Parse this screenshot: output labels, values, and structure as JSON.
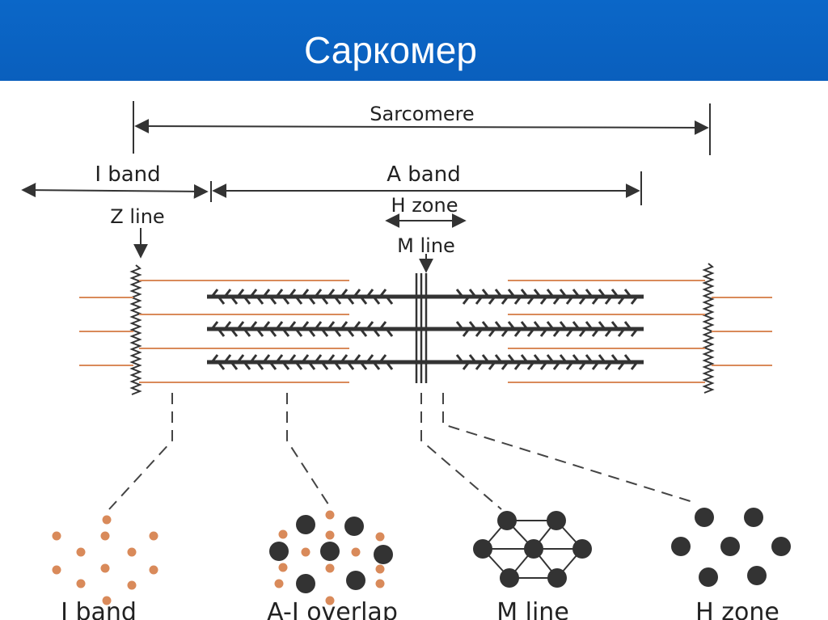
{
  "slide": {
    "title": "Саркомер",
    "header_color": "#0a62c2"
  },
  "diagram": {
    "labels": {
      "sarcomere": "Sarcomere",
      "i_band": "I band",
      "a_band": "A band",
      "h_zone": "H zone",
      "z_line": "Z line",
      "m_line": "M line"
    },
    "cross_sections": [
      {
        "id": "i-band",
        "label": "I band"
      },
      {
        "id": "a-i-overlap",
        "label": "A-I overlap"
      },
      {
        "id": "m-line",
        "label": "M line"
      },
      {
        "id": "h-zone",
        "label": "H zone"
      }
    ],
    "colors": {
      "thin_filament": "#d98a5a",
      "thick_filament": "#333333",
      "line": "#333333"
    }
  }
}
